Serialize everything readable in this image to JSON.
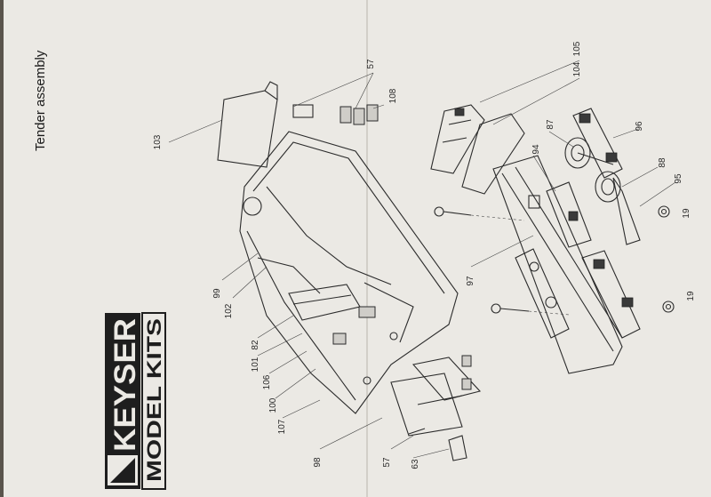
{
  "title": "Tender assembly",
  "brand": {
    "name": "KEYSER",
    "subtitle": "MODEL KITS"
  },
  "part_labels": [
    "105",
    "57",
    "104",
    "108",
    "103",
    "87",
    "96",
    "94",
    "88",
    "95",
    "19",
    "99",
    "102",
    "97",
    "82",
    "101",
    "106",
    "100",
    "107",
    "98",
    "57",
    "63",
    "19"
  ]
}
